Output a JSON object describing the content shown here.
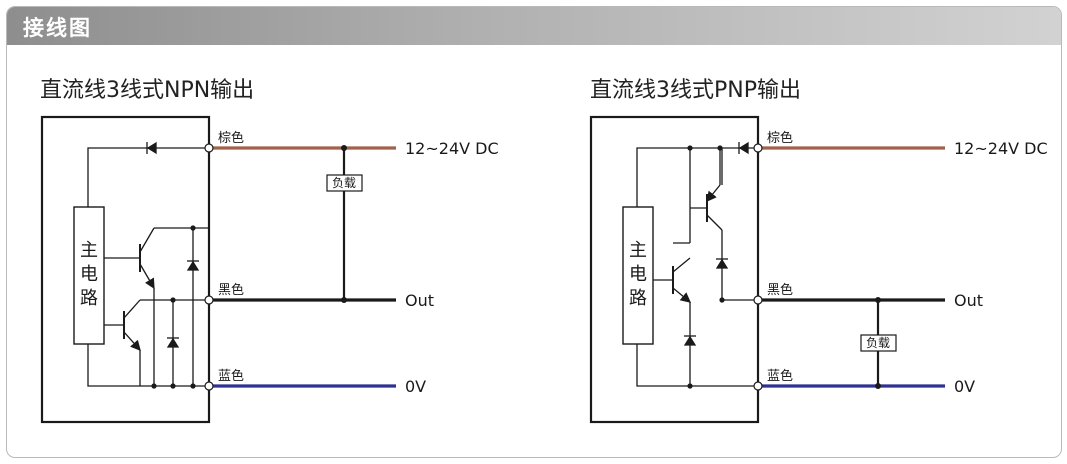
{
  "header": {
    "title": "接线图"
  },
  "npn": {
    "title": "直流线3线式NPN输出",
    "main_circuit": [
      "主",
      "电",
      "路"
    ],
    "wire_brown": "棕色",
    "wire_black": "黑色",
    "wire_blue": "蓝色",
    "load": "负载",
    "out_power": "12~24V DC",
    "out_signal": "Out",
    "out_ground": "0V"
  },
  "pnp": {
    "title": "直流线3线式PNP输出",
    "main_circuit": [
      "主",
      "电",
      "路"
    ],
    "wire_brown": "棕色",
    "wire_black": "黑色",
    "wire_blue": "蓝色",
    "load": "负载",
    "out_power": "12~24V DC",
    "out_signal": "Out",
    "out_ground": "0V"
  },
  "colors": {
    "brown": "#a0624a",
    "blue": "#2e3192",
    "black": "#1a1a1a"
  }
}
